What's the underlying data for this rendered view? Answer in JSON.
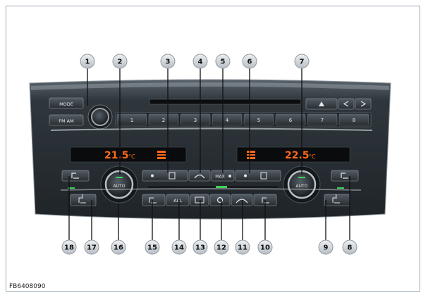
{
  "figure_code": "FB6408090",
  "radio": {
    "mode_label": "MODE",
    "fm_am_label": "FM AM",
    "presets": [
      "1",
      "2",
      "3",
      "4",
      "5",
      "6",
      "7",
      "8"
    ]
  },
  "climate": {
    "left_temp": "21.5",
    "right_temp": "22.5",
    "unit": "°C",
    "auto_label": "AUTO",
    "max_label": "MAX",
    "all_label": "ALL"
  },
  "callouts": {
    "top": [
      "1",
      "2",
      "3",
      "4",
      "5",
      "6",
      "7"
    ],
    "bottom": [
      "18",
      "17",
      "16",
      "15",
      "14",
      "13",
      "12",
      "11",
      "10",
      "9",
      "8"
    ]
  },
  "colors": {
    "panel": "#2b3237",
    "panel_edge": "#6d777f",
    "display_text": "#ff6a1a",
    "indicator_green": "#3fd35a",
    "callout_fill": "#c9ced3"
  }
}
